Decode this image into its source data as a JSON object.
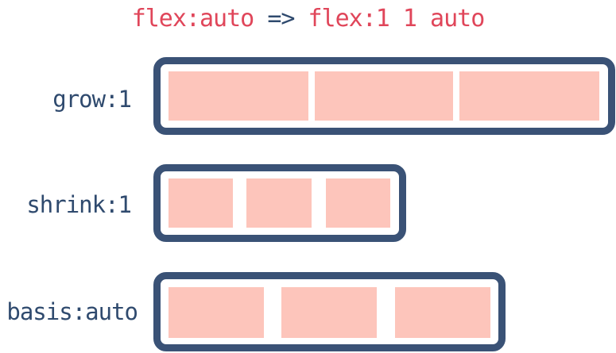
{
  "title": {
    "left": "flex:auto",
    "arrow": "=>",
    "right": "flex:1 1 auto"
  },
  "rows": [
    {
      "label": "grow:1",
      "item_count": 3
    },
    {
      "label": "shrink:1",
      "item_count": 3
    },
    {
      "label": "basis:auto",
      "item_count": 3
    }
  ],
  "colors": {
    "title_accent": "#e0465a",
    "text_dark": "#2f4a6e",
    "container_border": "#3a5276",
    "item_fill": "#fdc5bb"
  }
}
